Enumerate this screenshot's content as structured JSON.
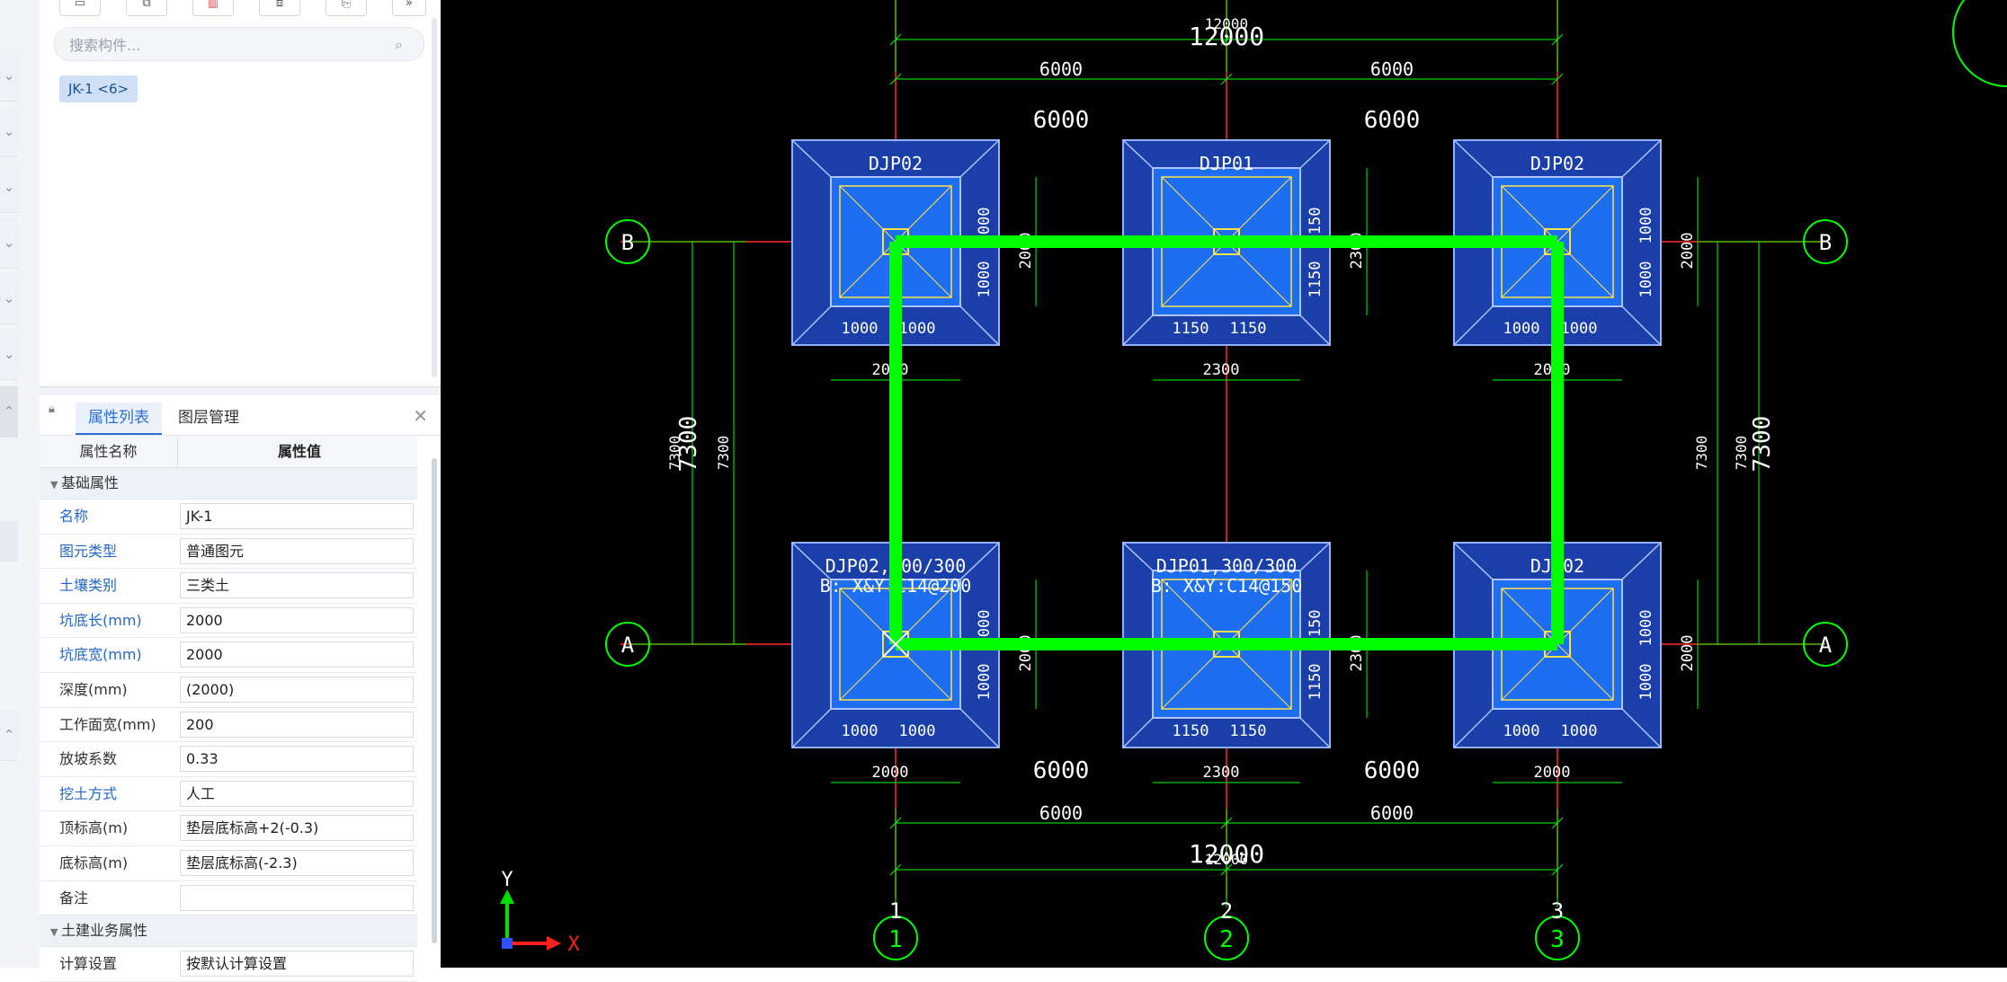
{
  "toolbar": {
    "more_label": "»"
  },
  "search": {
    "placeholder": "搜索构件..."
  },
  "component_tag": "JK-1 <6>",
  "tabs": {
    "properties": "属性列表",
    "layers": "图层管理"
  },
  "grid": {
    "col_name": "属性名称",
    "col_value": "属性值",
    "group_basic": "基础属性",
    "group_civil": "土建业务属性",
    "rows": [
      {
        "name": "名称",
        "value": "JK-1"
      },
      {
        "name": "图元类型",
        "value": "普通图元"
      },
      {
        "name": "土壤类别",
        "value": "三类土"
      },
      {
        "name": "坑底长(mm)",
        "value": "2000"
      },
      {
        "name": "坑底宽(mm)",
        "value": "2000"
      },
      {
        "name": "深度(mm)",
        "value": "(2000)"
      },
      {
        "name": "工作面宽(mm)",
        "value": "200"
      },
      {
        "name": "放坡系数",
        "value": "0.33"
      },
      {
        "name": "挖土方式",
        "value": "人工"
      },
      {
        "name": "顶标高(m)",
        "value": "垫层底标高+2(-0.3)"
      },
      {
        "name": "底标高(m)",
        "value": "垫层底标高(-2.3)"
      },
      {
        "name": "备注",
        "value": ""
      }
    ],
    "calc_row": {
      "name": "计算设置",
      "value": "按默认计算设置"
    }
  },
  "cad": {
    "dim_total": "12000",
    "dim_total_small": "12000",
    "dim_half": "6000",
    "dim_height": "7300",
    "axis_x": [
      "1",
      "2",
      "3"
    ],
    "axis_y": [
      "B",
      "A"
    ],
    "labels": {
      "djp02": "DJP02",
      "djp01": "DJP01",
      "djp02_spec1": "DJP02,300/300",
      "djp02_spec2": "B: X&Y:C14@200",
      "djp01_spec1": "DJP01,300/300",
      "djp01_spec2": "B: X&Y:C14@150"
    },
    "dims": {
      "d1000": "1000",
      "d2000": "2000",
      "d1150": "1150",
      "d2300": "2300"
    },
    "ucs_x": "X",
    "ucs_y": "Y"
  },
  "colors": {
    "accent": "#2b6fd6",
    "green": "#00ff00",
    "red": "#ff2a2a",
    "footing_dark": "#1a3fa8",
    "footing_light": "#1e6ef2"
  }
}
